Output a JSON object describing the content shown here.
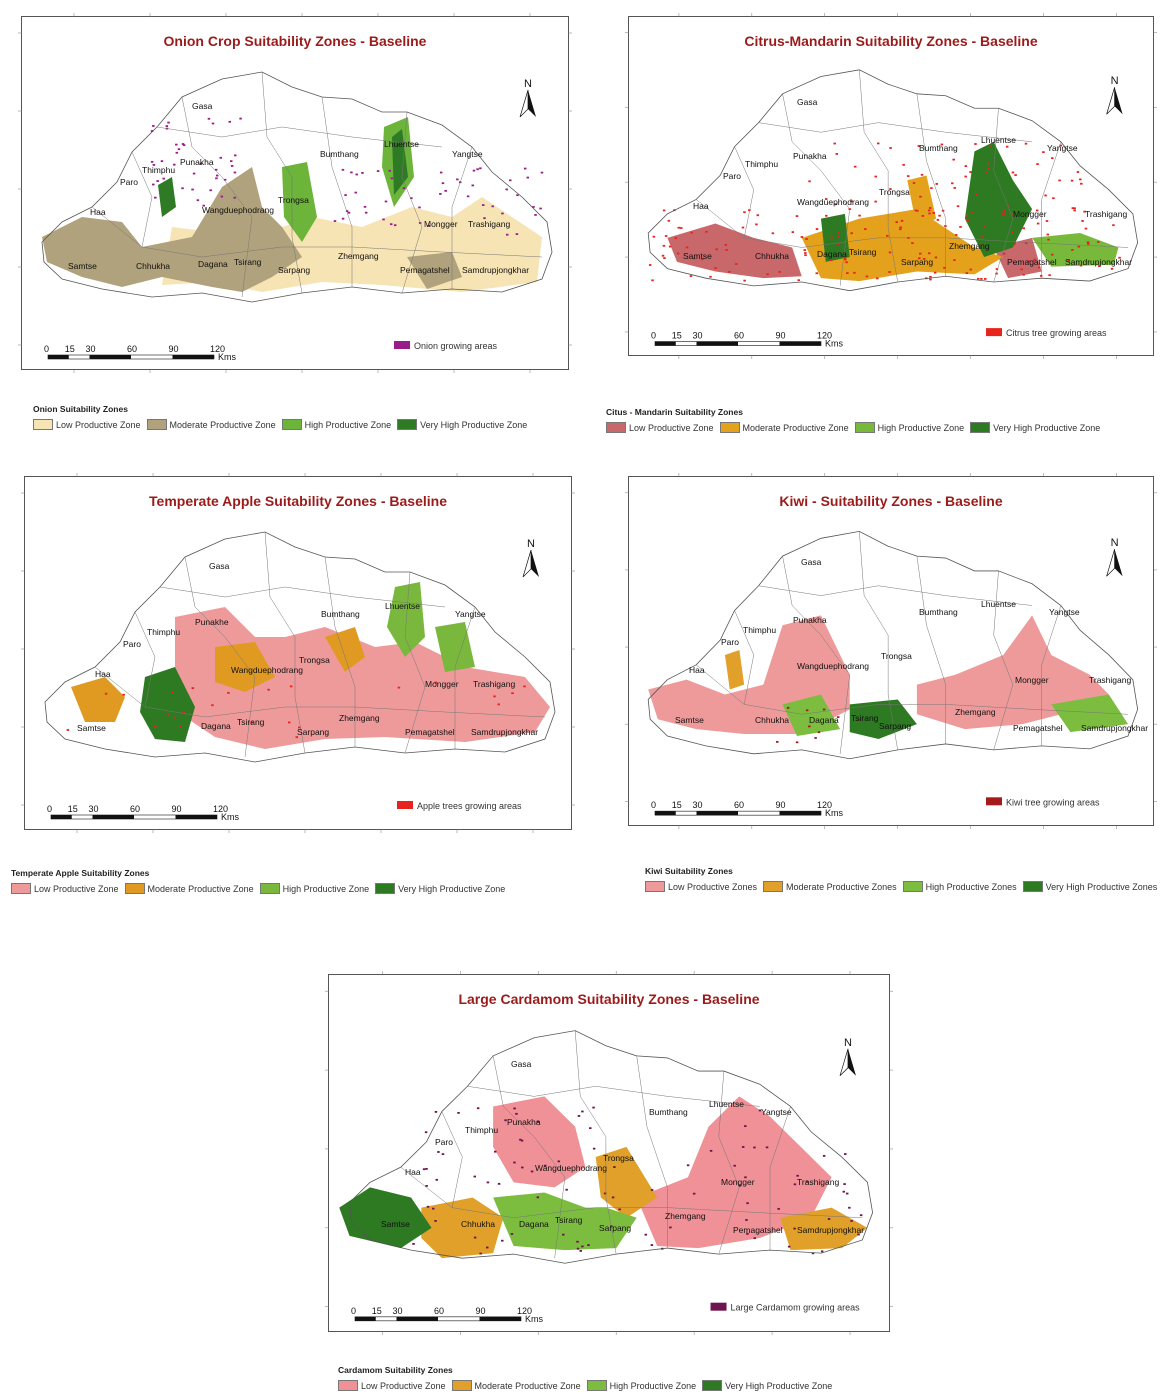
{
  "colors": {
    "onion_growing": "#9a1b8a",
    "citrus_growing": "#e8231e",
    "apple_growing": "#e8231e",
    "kiwi_growing": "#a31b1b",
    "cardamom_growing": "#6e1450",
    "title": "#9b1b1b"
  },
  "scale": {
    "numbers": [
      "0",
      "15",
      "30",
      "60",
      "90",
      "120"
    ],
    "unit": "Kms"
  },
  "north": {
    "label": "N",
    "icon": "north-arrow-icon"
  },
  "panels": [
    {
      "id": "onion",
      "title": "Onion Crop Suitability Zones - Baseline",
      "districts": [
        "Gasa",
        "Punakha",
        "Thimphu",
        "Paro",
        "Haa",
        "Wangduephodrang",
        "Trongsa",
        "Bumthang",
        "Lhuentse",
        "Yangtse",
        "Mongger",
        "Trashigang",
        "Zhemgang",
        "Pemagatshel",
        "Samdrupjongkhar",
        "Sarpang",
        "Dagana",
        "Tsirang",
        "Chhukha",
        "Samtse"
      ],
      "growing_label": "Onion growing areas",
      "legend_title": "Onion Suitability Zones",
      "zones": [
        {
          "label": "Low Productive Zone",
          "color": "#f7e4b4"
        },
        {
          "label": "Moderate Productive Zone",
          "color": "#b0a27c"
        },
        {
          "label": "High Productive Zone",
          "color": "#6cb43a"
        },
        {
          "label": "Very High Productive Zone",
          "color": "#2f7a24"
        }
      ]
    },
    {
      "id": "citrus",
      "title": "Citrus-Mandarin Suitability Zones - Baseline",
      "districts": [
        "Gasa",
        "Punakha",
        "Thimphu",
        "Paro",
        "Haa",
        "Wangduephodrang",
        "Trongsa",
        "Bumthang",
        "Lhuentse",
        "Yangtse",
        "Mongger",
        "Trashigang",
        "Zhemgang",
        "Pemagatshel",
        "Samdrupjongkhar",
        "Sarpang",
        "Dagana",
        "Tsirang",
        "Chhukha",
        "Samtse"
      ],
      "growing_label": "Citrus tree growing areas",
      "legend_title": "Citus - Mandarin Suitability Zones",
      "zones": [
        {
          "label": "Low Productive Zone",
          "color": "#c9686b"
        },
        {
          "label": "Moderate Productive Zone",
          "color": "#e4a21c"
        },
        {
          "label": "High Productive Zone",
          "color": "#78b83a"
        },
        {
          "label": "Very High Productive Zone",
          "color": "#2d7a22"
        }
      ]
    },
    {
      "id": "apple",
      "title": "Temperate Apple Suitability Zones - Baseline",
      "districts": [
        "Gasa",
        "Punakhe",
        "Thimphu",
        "Paro",
        "Haa",
        "Wangduephodrang",
        "Trongsa",
        "Bumthang",
        "Lhuentse",
        "Yangtse",
        "Mongger",
        "Trashigang",
        "Zhemgang",
        "Pemagatshel",
        "Samdrupjongkhar",
        "Sarpang",
        "Dagana",
        "Tsirang",
        "Samtse"
      ],
      "growing_label": "Apple trees growing areas",
      "legend_title": "Temperate Apple Suitability Zones",
      "zones": [
        {
          "label": "Low Productive Zone",
          "color": "#ef9a9a"
        },
        {
          "label": "Moderate Productive Zone",
          "color": "#e09a22"
        },
        {
          "label": "High Productive Zone",
          "color": "#79b83c"
        },
        {
          "label": "Very High Productive Zone",
          "color": "#2d7a22"
        }
      ]
    },
    {
      "id": "kiwi",
      "title": "Kiwi - Suitability Zones - Baseline",
      "districts": [
        "Gasa",
        "Punakha",
        "Thimphu",
        "Paro",
        "Haa",
        "Wangduephodrang",
        "Trongsa",
        "Bumthang",
        "Lhuentse",
        "Yangtse",
        "Mongger",
        "Trashigang",
        "Zhemgang",
        "Pemagatshel",
        "Samdrupjongkhar",
        "Sarpang",
        "Dagana",
        "Tsirang",
        "Chhukha",
        "Samtse"
      ],
      "growing_label": "Kiwi tree growing areas",
      "legend_title": "Kiwi Suitability Zones",
      "zones": [
        {
          "label": "Low Productive Zones",
          "color": "#ef9a9a"
        },
        {
          "label": "Moderate Productive Zones",
          "color": "#e0a02a"
        },
        {
          "label": "High Productive Zones",
          "color": "#7cbd40"
        },
        {
          "label": "Very High Productive Zones",
          "color": "#2d7a22"
        }
      ]
    },
    {
      "id": "cardamom",
      "title": "Large Cardamom Suitability Zones - Baseline",
      "districts": [
        "Gasa",
        "Punakha",
        "Thimphu",
        "Paro",
        "Haa",
        "Wangduephodrang",
        "Trongsa",
        "Bumthang",
        "Lhuentse",
        "Yangtse",
        "Mongger",
        "Trashigang",
        "Zhemgang",
        "Pemagatshel",
        "Samdrupjongkhar",
        "Sarpang",
        "Dagana",
        "Tsirang",
        "Chhukha",
        "Samtse"
      ],
      "growing_label": "Large Cardamom growing areas",
      "legend_title": "Cardamom Suitability Zones",
      "zones": [
        {
          "label": "Low Productive Zone",
          "color": "#ef9196"
        },
        {
          "label": "Moderate Productive Zone",
          "color": "#e0a02a"
        },
        {
          "label": "High Productive Zone",
          "color": "#7cbd40"
        },
        {
          "label": "Very High Productive Zone",
          "color": "#2d7a22"
        }
      ]
    }
  ]
}
